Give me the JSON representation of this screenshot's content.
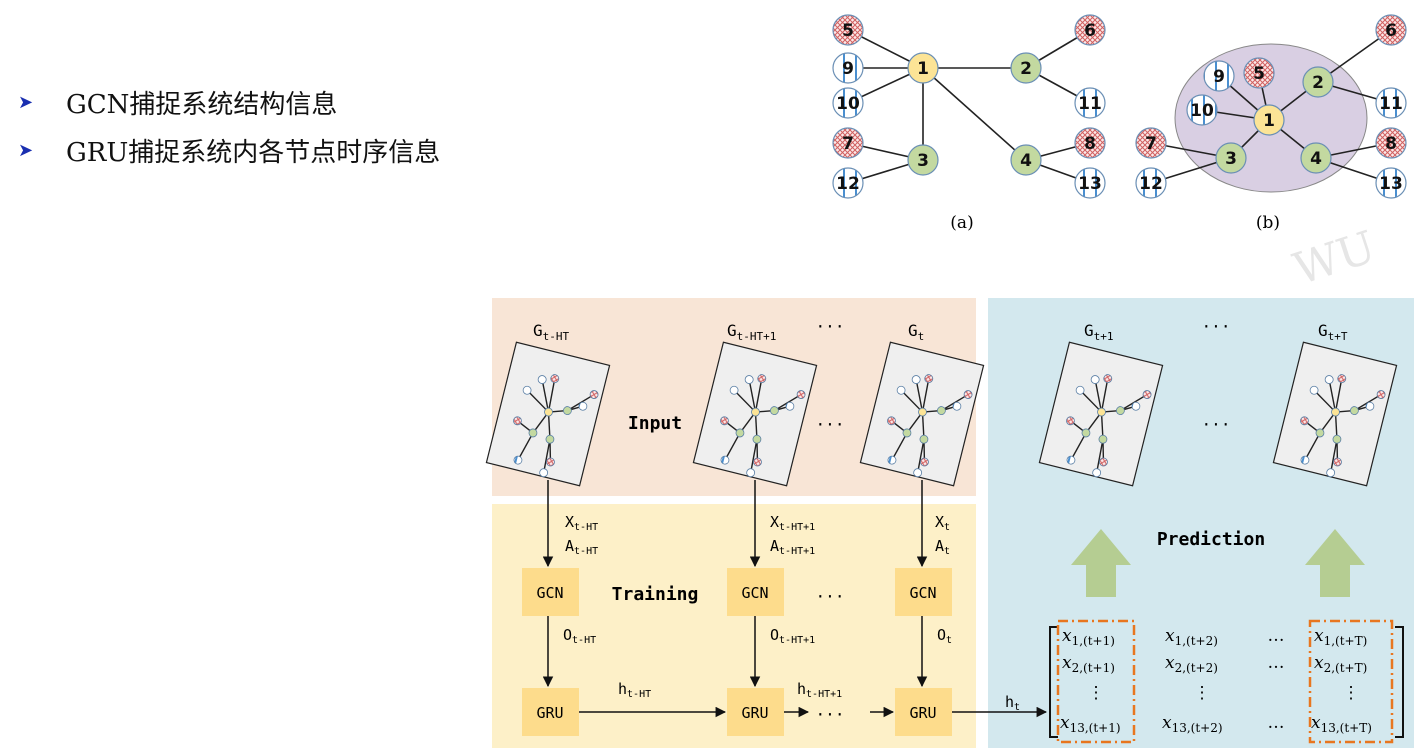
{
  "bullets": [
    "GCN捕捉系统结构信息",
    "GRU捕捉系统内各节点时序信息"
  ],
  "graph_a": {
    "caption": "(a)",
    "nodes": [
      "1",
      "2",
      "3",
      "4",
      "5",
      "6",
      "7",
      "8",
      "9",
      "10",
      "11",
      "12",
      "13"
    ]
  },
  "graph_b": {
    "caption": "(b)",
    "nodes": [
      "1",
      "2",
      "3",
      "4",
      "5",
      "6",
      "7",
      "8",
      "9",
      "10",
      "11",
      "12",
      "13"
    ]
  },
  "watermark": "WU",
  "pipeline": {
    "input_label": "Input",
    "training_label": "Training",
    "prediction_label": "Prediction",
    "ellipsis": "···",
    "graphs_in": [
      {
        "base": "G",
        "sub": "t-HT"
      },
      {
        "base": "G",
        "sub": "t-HT+1"
      },
      {
        "base": "G",
        "sub": "t"
      }
    ],
    "graphs_out": [
      {
        "base": "G",
        "sub": "t+1"
      },
      {
        "base": "G",
        "sub": "t+T"
      }
    ],
    "xa_labels": [
      {
        "x": "t-HT",
        "a": "t-HT"
      },
      {
        "x": "t-HT+1",
        "a": "t-HT+1"
      },
      {
        "x": "t",
        "a": "t"
      }
    ],
    "o_labels": [
      "t-HT",
      "t-HT+1",
      "t"
    ],
    "h_labels": [
      "t-HT",
      "t-HT+1",
      "t"
    ],
    "gcn_label": "GCN",
    "gru_label": "GRU",
    "matrix": {
      "col1": [
        "1,(t+1)",
        "2,(t+1)",
        "13,(t+1)"
      ],
      "col2": [
        "1,(t+2)",
        "2,(t+2)",
        "13,(t+2)"
      ],
      "colT": [
        "1,(t+T)",
        "2,(t+T)",
        "13,(t+T)"
      ],
      "dots_h": "…",
      "dots_v": "⋮"
    }
  },
  "colors": {
    "input_bg": "#f8e5d6",
    "training_bg": "#fdf0c8",
    "prediction_bg": "#d3e8ee",
    "box_fill": "#fddc8c",
    "node_yellow": "#fce496",
    "node_green": "#c3d9a0",
    "ellipse_fill": "#d9cfe3",
    "arrow_green": "#b5cd92",
    "bracket_orange": "#e8761f"
  }
}
